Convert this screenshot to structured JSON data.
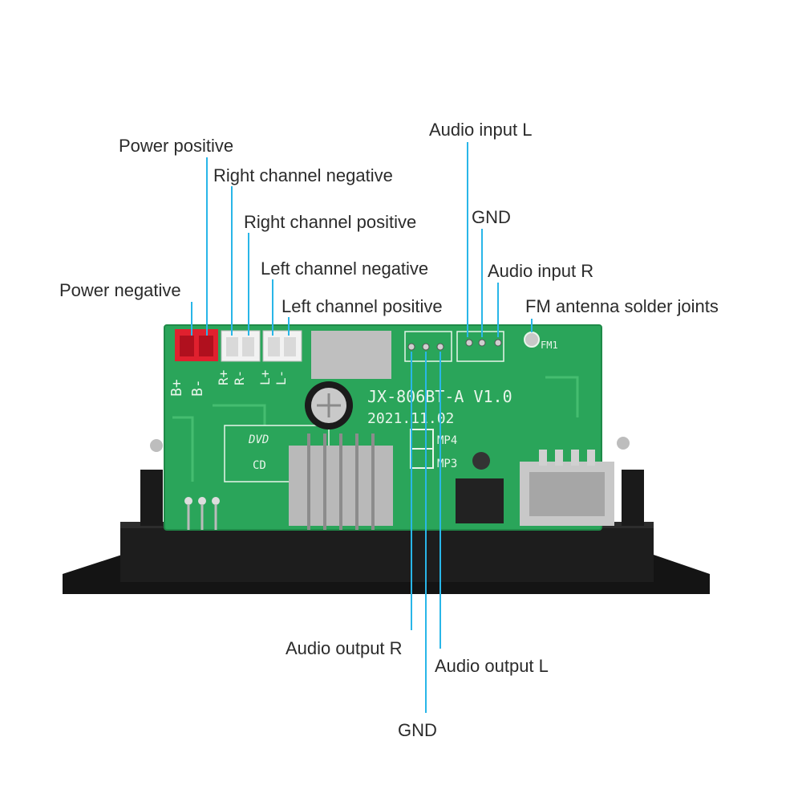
{
  "labels": {
    "power_positive": "Power positive",
    "right_channel_negative": "Right channel negative",
    "right_channel_positive": "Right channel positive",
    "left_channel_negative": "Left channel negative",
    "power_negative": "Power negative",
    "left_channel_positive": "Left channel positive",
    "audio_input_l": "Audio input L",
    "gnd_top": "GND",
    "audio_input_r": "Audio input R",
    "fm_antenna": "FM antenna solder joints",
    "audio_output_r": "Audio output R",
    "audio_output_l": "Audio output L",
    "gnd_bottom": "GND"
  },
  "board": {
    "model": "JX-806BT-A V1.0",
    "date": "2021.11.02",
    "silk_b_plus": "B+",
    "silk_b_minus": "B-",
    "silk_r_plus": "R+",
    "silk_r_minus": "R-",
    "silk_l_plus": "L+",
    "silk_l_minus": "L-",
    "silk_dvd": "DVD",
    "silk_cd": "CD",
    "silk_mp4": "MP4",
    "silk_mp3": "MP3",
    "silk_fm1": "FM1"
  },
  "colors": {
    "pcb": "#2aa55a",
    "leader_line": "#29b6e8",
    "power_connector": "#e0202e",
    "bezel": "#1c1c1c"
  }
}
